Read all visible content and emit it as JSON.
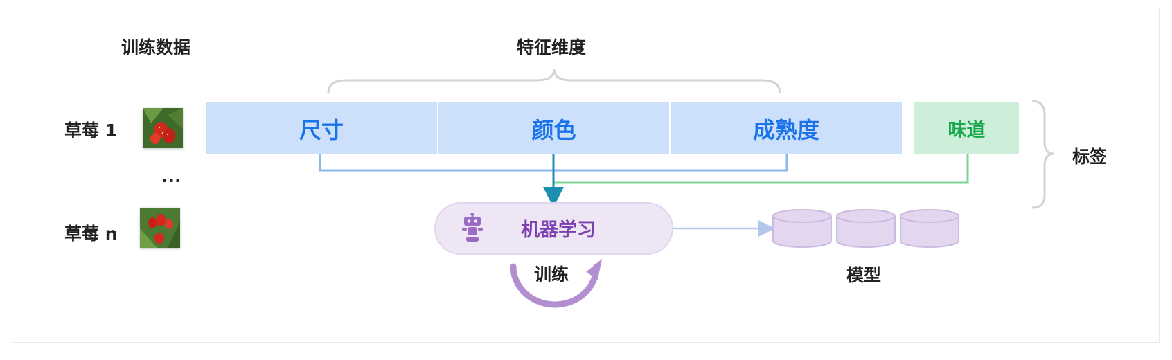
{
  "headers": {
    "training_data": "训练数据",
    "feature_dimensions": "特征维度",
    "label": "标签",
    "model": "模型"
  },
  "rows": {
    "first": "草莓 1",
    "ellipsis": "...",
    "last": "草莓 n"
  },
  "features": [
    {
      "label": "尺寸"
    },
    {
      "label": "颜色"
    },
    {
      "label": "成熟度"
    }
  ],
  "target_label": "味道",
  "ml": {
    "label": "机器学习",
    "icon": "robot-icon",
    "train_label": "训练"
  },
  "colors": {
    "feature_fill": "#cce0fb",
    "feature_text": "#1a73e8",
    "label_fill": "#cdeed8",
    "label_text": "#1aa84f",
    "ml_fill": "#eee6f5",
    "ml_text": "#7b3fb0",
    "feature_line": "#8ab8ee",
    "label_line": "#7fd39a",
    "arrow": "#1c8fb0",
    "train_arrow": "#b48fd0",
    "model_fill": "#e3d7ef"
  }
}
